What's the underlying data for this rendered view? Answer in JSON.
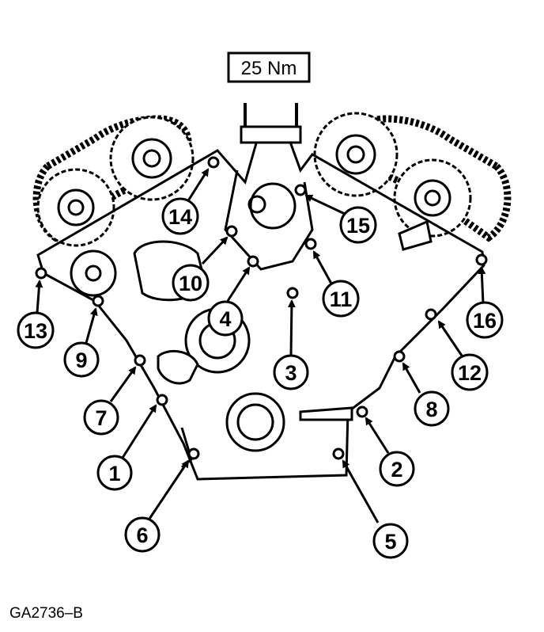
{
  "torque_label": "25 Nm",
  "figure_code": "GA2736–B",
  "callouts": [
    "1",
    "2",
    "3",
    "4",
    "5",
    "6",
    "7",
    "8",
    "9",
    "10",
    "11",
    "12",
    "13",
    "14",
    "15",
    "16"
  ],
  "colors": {
    "ink": "#000000",
    "paper": "#ffffff"
  }
}
